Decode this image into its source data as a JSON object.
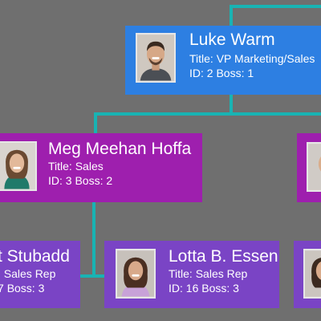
{
  "org_chart": {
    "nodes": [
      {
        "id_key": "luke",
        "name": "Luke Warm",
        "title_label": "Title:",
        "title_value": "VP Marketing/Sales",
        "id_label": "ID:",
        "id_value": "2",
        "boss_label": "Boss:",
        "boss_value": "1",
        "color": "#2d7fe2"
      },
      {
        "id_key": "meg",
        "name": "Meg Meehan Hoffa",
        "title_label": "Title:",
        "title_value": "Sales",
        "id_label": "ID:",
        "id_value": "3",
        "boss_label": "Boss:",
        "boss_value": "2",
        "color": "#9e1fae"
      },
      {
        "id_key": "stubadd",
        "name": "t Stubadd",
        "title_label": ":",
        "title_value": "Sales Rep",
        "id_label": "",
        "id_value": "7",
        "boss_label": "Boss:",
        "boss_value": "3",
        "color": "#7a44c5"
      },
      {
        "id_key": "lotta",
        "name": "Lotta B. Essen",
        "title_label": "Title:",
        "title_value": "Sales Rep",
        "id_label": "ID:",
        "id_value": "16",
        "boss_label": "Boss:",
        "boss_value": "3",
        "color": "#7a44c5"
      }
    ],
    "colors": {
      "background": "#6f6f6f",
      "connector": "#19b3b3",
      "photo_border": "#e6e6e6"
    }
  }
}
